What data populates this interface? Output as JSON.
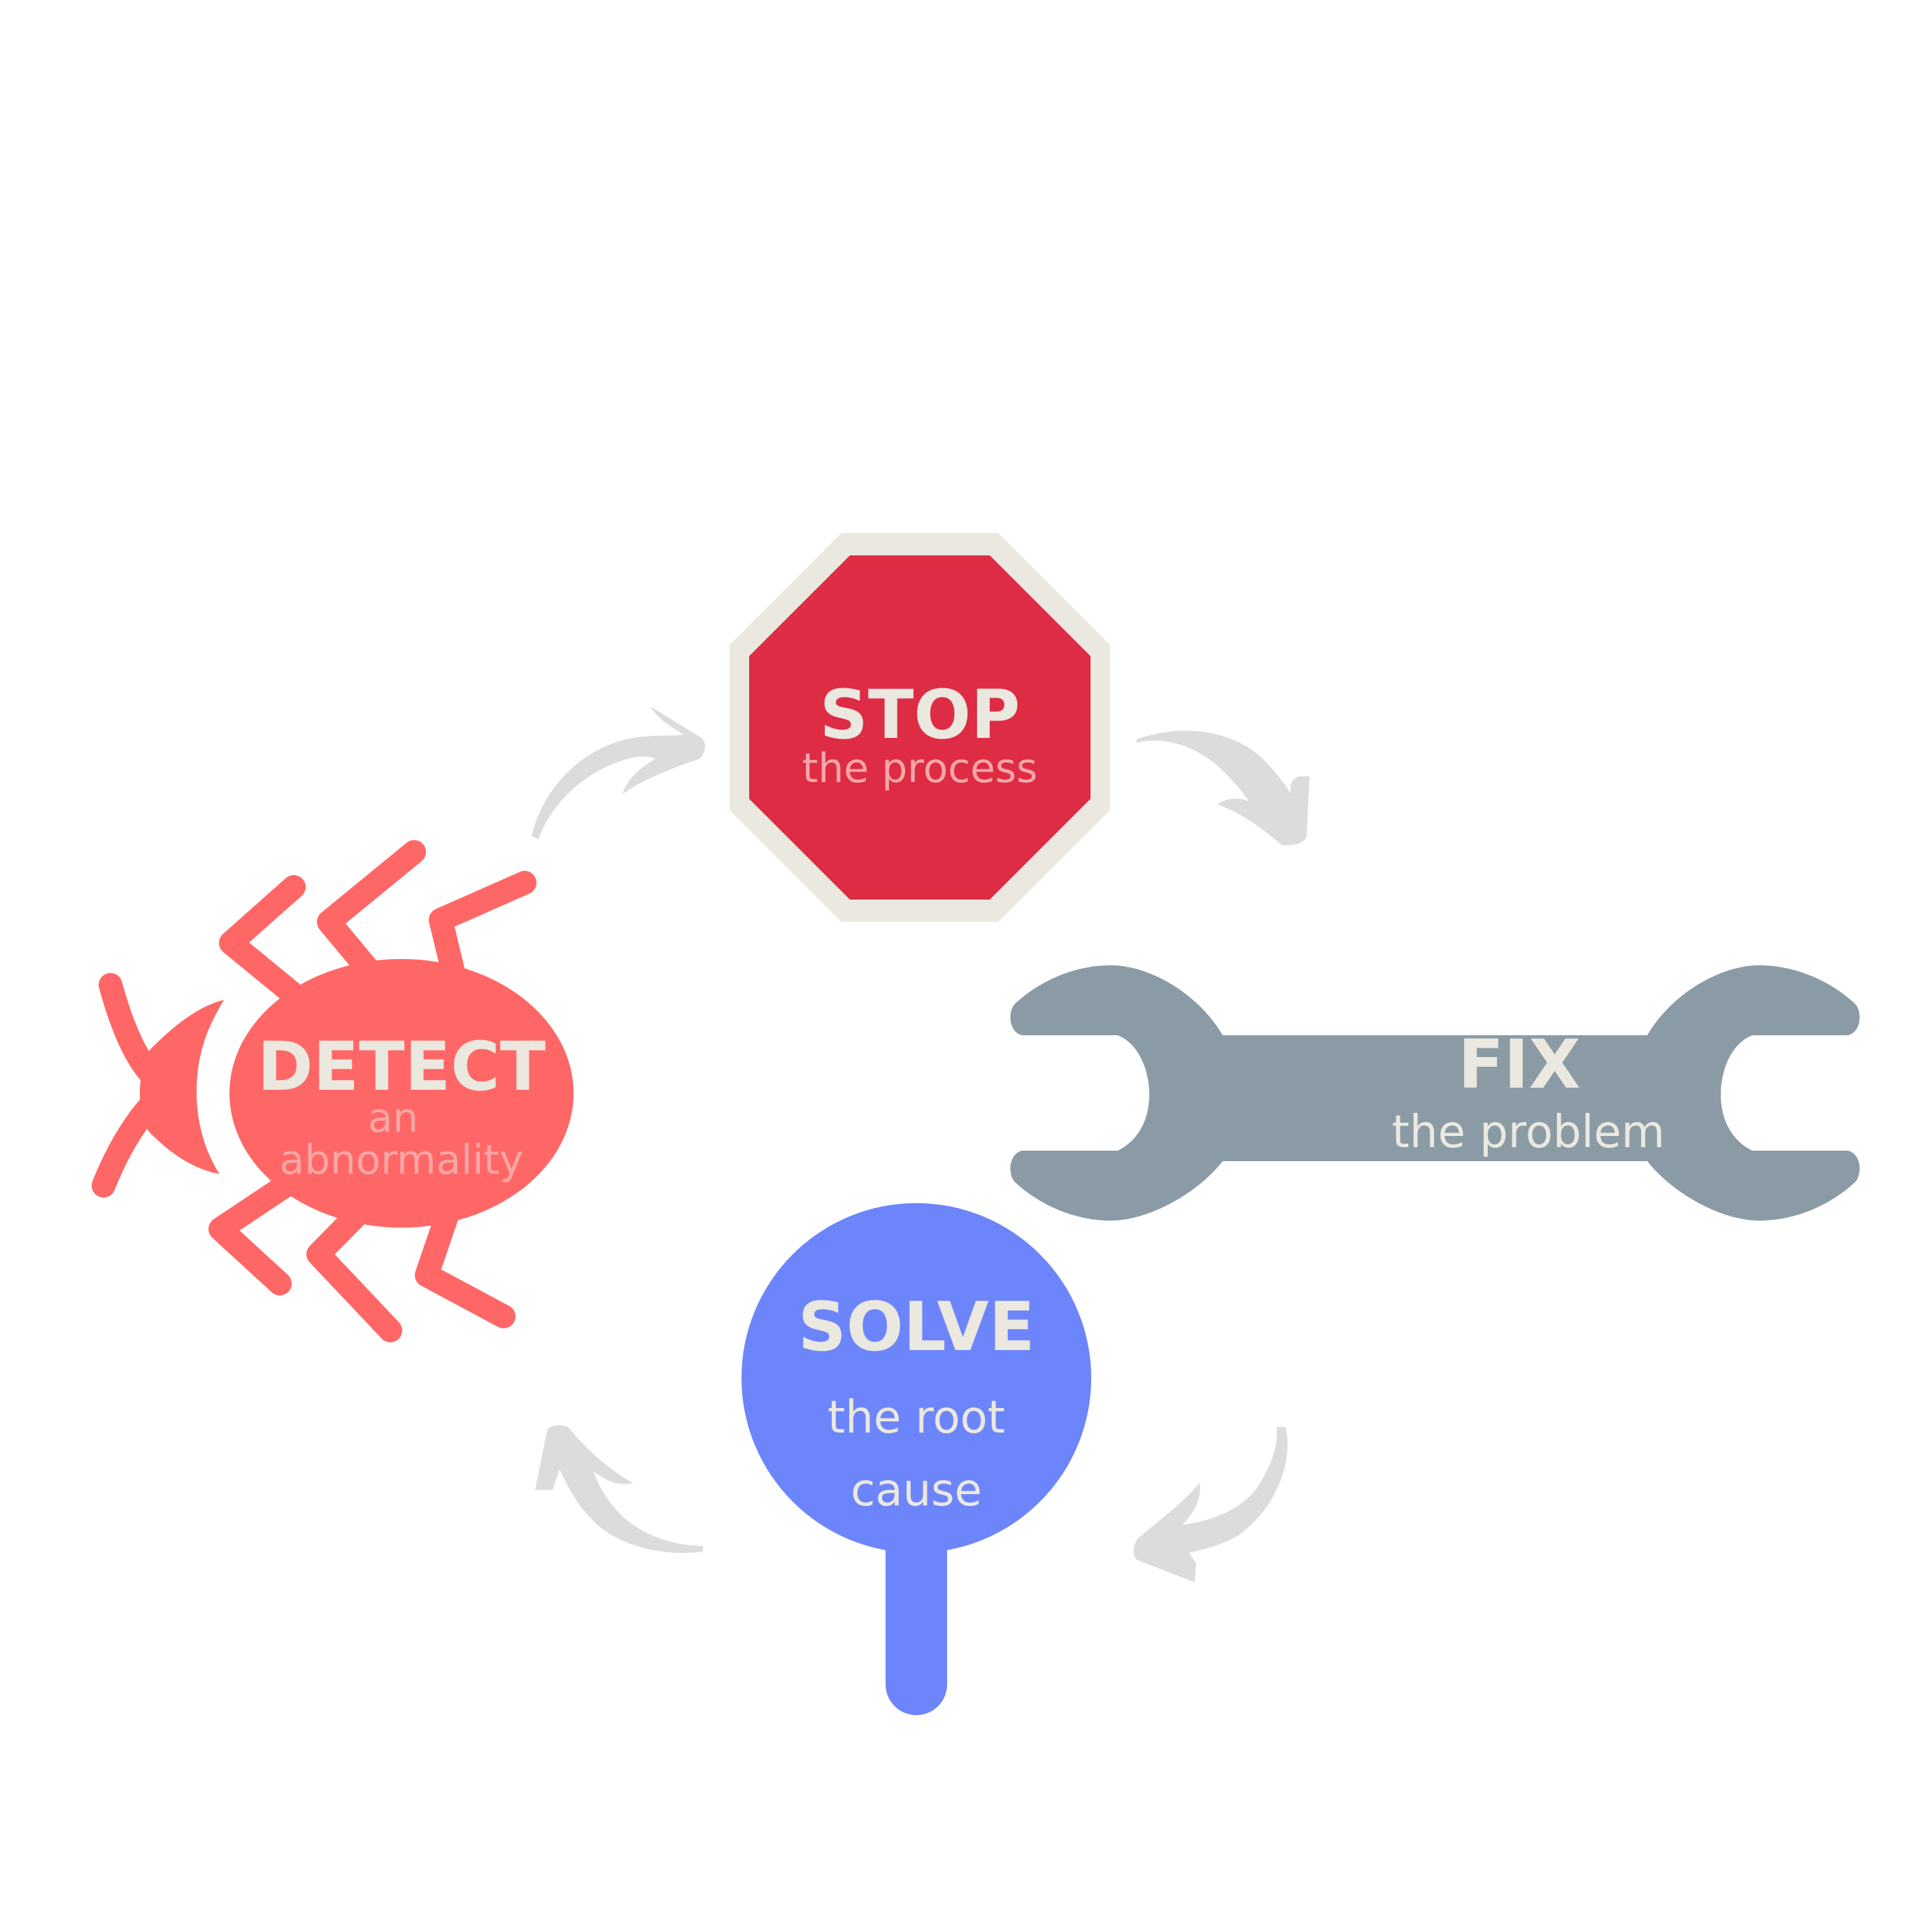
{
  "diagram": {
    "stop": {
      "title": "STOP",
      "subtitle": "the process"
    },
    "fix": {
      "title": "FIX",
      "subtitle": "the problem"
    },
    "solve": {
      "title": "SOLVE",
      "subtitle_line1": "the root",
      "subtitle_line2": "cause"
    },
    "detect": {
      "title": "DETECT",
      "subtitle_line1": "an",
      "subtitle_line2": "abnormality"
    }
  },
  "colors": {
    "stop_fill": "#dd2c44",
    "stop_border": "#ebe8df",
    "wrench": "#8b9ba6",
    "solve": "#6d85fb",
    "bug": "#ff6766",
    "label_light": "#ebe8df",
    "label_faded": "#f7a6a7",
    "arrow": "#dcdcdc"
  },
  "icons": {
    "stop": "stop-sign-icon",
    "fix": "wrench-icon",
    "solve": "magnifier-icon",
    "detect": "bug-icon"
  }
}
